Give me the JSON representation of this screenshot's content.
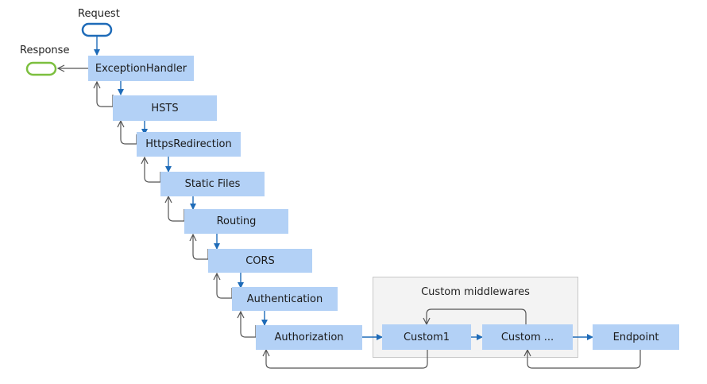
{
  "labels": {
    "request": "Request",
    "response": "Response",
    "group_title": "Custom middlewares"
  },
  "pipeline": [
    {
      "id": "exceptionhandler",
      "label": "ExceptionHandler"
    },
    {
      "id": "hsts",
      "label": "HSTS"
    },
    {
      "id": "httpsredirection",
      "label": "HttpsRedirection"
    },
    {
      "id": "staticfiles",
      "label": "Static Files"
    },
    {
      "id": "routing",
      "label": "Routing"
    },
    {
      "id": "cors",
      "label": "CORS"
    },
    {
      "id": "authentication",
      "label": "Authentication"
    },
    {
      "id": "authorization",
      "label": "Authorization"
    }
  ],
  "custom": [
    {
      "id": "custom1",
      "label": "Custom1"
    },
    {
      "id": "custom-more",
      "label": "Custom ..."
    }
  ],
  "endpoint": {
    "label": "Endpoint"
  },
  "colors": {
    "node_fill": "#b3d1f6",
    "request_arrow": "#1e6bb8",
    "response_arrow": "#555555",
    "request_pill": "#1e6bb8",
    "response_pill": "#7cbf3f"
  }
}
